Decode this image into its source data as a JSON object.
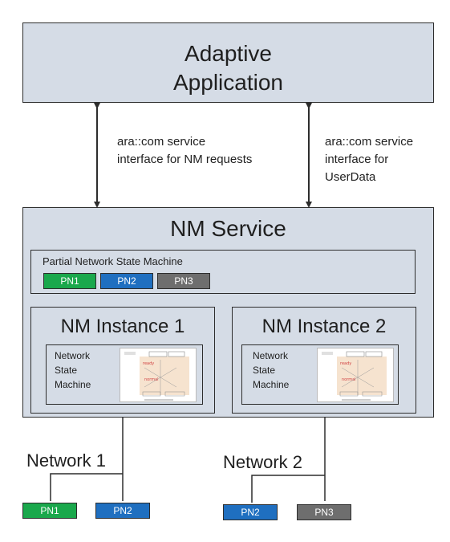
{
  "adaptive_app": {
    "line1": "Adaptive",
    "line2": "Application"
  },
  "interfaces": {
    "nm_requests": {
      "line1": "ara::com service",
      "line2": "interface for NM requests"
    },
    "user_data": {
      "line1": "ara::com service",
      "line2": "interface for",
      "line3": "UserData"
    }
  },
  "nm_service": {
    "title": "NM Service",
    "partial_network": {
      "title": "Partial Network State Machine",
      "pns": [
        {
          "label": "PN1",
          "color": "#1aa84c"
        },
        {
          "label": "PN2",
          "color": "#1f6fc0"
        },
        {
          "label": "PN3",
          "color": "#6e6e6e"
        }
      ]
    },
    "instances": [
      {
        "title": "NM Instance 1",
        "sm_line1": "Network",
        "sm_line2": "State",
        "sm_line3": "Machine"
      },
      {
        "title": "NM Instance 2",
        "sm_line1": "Network",
        "sm_line2": "State",
        "sm_line3": "Machine"
      }
    ]
  },
  "networks": [
    {
      "label": "Network 1",
      "pns": [
        {
          "label": "PN1",
          "color": "#1aa84c"
        },
        {
          "label": "PN2",
          "color": "#1f6fc0"
        }
      ]
    },
    {
      "label": "Network 2",
      "pns": [
        {
          "label": "PN2",
          "color": "#1f6fc0"
        },
        {
          "label": "PN3",
          "color": "#6e6e6e"
        }
      ]
    }
  ]
}
